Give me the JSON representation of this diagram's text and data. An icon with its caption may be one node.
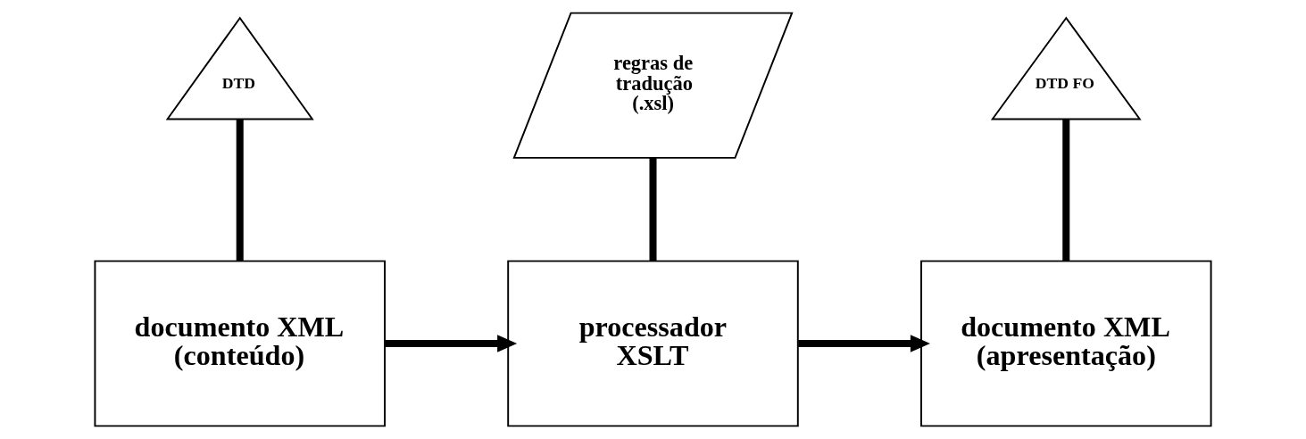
{
  "diagram": {
    "nodes": [
      {
        "text": [
          "DTD"
        ]
      },
      {
        "text": [
          "regras de tradução (.xsl)"
        ]
      },
      {
        "text": [
          "DTD FO"
        ]
      },
      {
        "text": [
          "documento XML (conteúdo)"
        ]
      },
      {
        "text": [
          "processador XSLT"
        ]
      },
      {
        "text": [
          "documento XML (apresentação)"
        ]
      }
    ],
    "edges": [
      {
        "from": 0,
        "to": 3,
        "arrow": "none"
      },
      {
        "from": 1,
        "to": 4,
        "arrow": "none"
      },
      {
        "from": 2,
        "to": 5,
        "arrow": "none"
      },
      {
        "from": 3,
        "to": 4,
        "arrow": "to"
      },
      {
        "from": 4,
        "to": 5,
        "arrow": "to"
      }
    ]
  }
}
